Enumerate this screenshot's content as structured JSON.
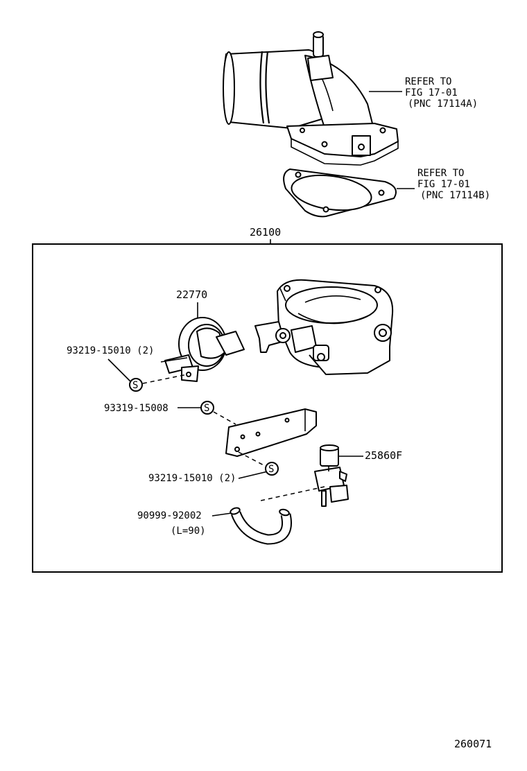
{
  "refs": [
    {
      "line1": "REFER TO",
      "line2": "FIG 17-01",
      "line3": "(PNC 17114A)"
    },
    {
      "line1": "REFER TO",
      "line2": "FIG 17-01",
      "line3": "(PNC 17114B)"
    }
  ],
  "assembly_number": "26100",
  "parts": [
    {
      "number": "22770"
    },
    {
      "number": "93219-15010 (2)"
    },
    {
      "number": "93319-15008"
    },
    {
      "number": "93219-15010 (2)"
    },
    {
      "number": "25860F"
    },
    {
      "number": "90999-92002"
    },
    {
      "number": "(L=90)"
    }
  ],
  "screw_symbol": "S",
  "figure_code": "260071"
}
